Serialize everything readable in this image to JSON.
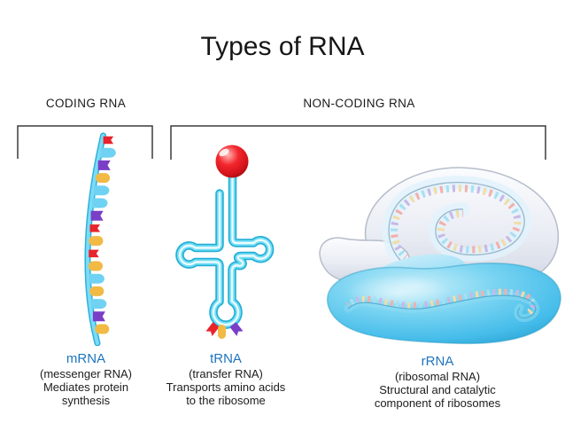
{
  "title": "Types of RNA",
  "groups": {
    "coding": {
      "label": "CODING RNA"
    },
    "noncoding": {
      "label": "NON-CODING RNA"
    }
  },
  "items": [
    {
      "id": "mrna",
      "name": "mRNA",
      "full_name": "(messenger RNA)",
      "description_lines": [
        "Mediates protein",
        "synthesis"
      ]
    },
    {
      "id": "trna",
      "name": "tRNA",
      "full_name": "(transfer RNA)",
      "description_lines": [
        "Transports amino acids",
        "to the ribosome"
      ]
    },
    {
      "id": "rrna",
      "name": "rRNA",
      "full_name": "(ribosomal RNA)",
      "description_lines": [
        "Structural and catalytic",
        "component of ribosomes"
      ]
    }
  ],
  "mrna_sequence": [
    "red",
    "cyan",
    "purple",
    "yellow",
    "cyan",
    "cyan",
    "purple",
    "red",
    "yellow",
    "red",
    "yellow",
    "cyan",
    "yellow",
    "cyan",
    "purple",
    "yellow"
  ],
  "trna_anticodon": [
    "red",
    "yellow",
    "purple"
  ],
  "rrna_tick_colors": [
    "#F2AFAC",
    "#F2DCA6",
    "#C8B8E6",
    "#A8DFF2"
  ],
  "colors": {
    "name_blue": "#1E74BE",
    "text_dark": "#1a1a1a",
    "bracket": "#3c3c3c",
    "flag_red": "#E8242C",
    "flag_cyan": "#6FD2F2",
    "flag_purple": "#7B3EC6",
    "flag_yellow": "#F2BA44",
    "strand_outer": "#2FB0DC",
    "strand_inner": "#7BDCF6",
    "tube_outer": "#22AED6",
    "tube_mid": "#72DEF4",
    "tube_core": "#ECFBFF",
    "amino_acid_red": "#ED1C24",
    "ribosome_gray": "#E9ECF3",
    "ribosome_blue": "#5AC6EE"
  }
}
